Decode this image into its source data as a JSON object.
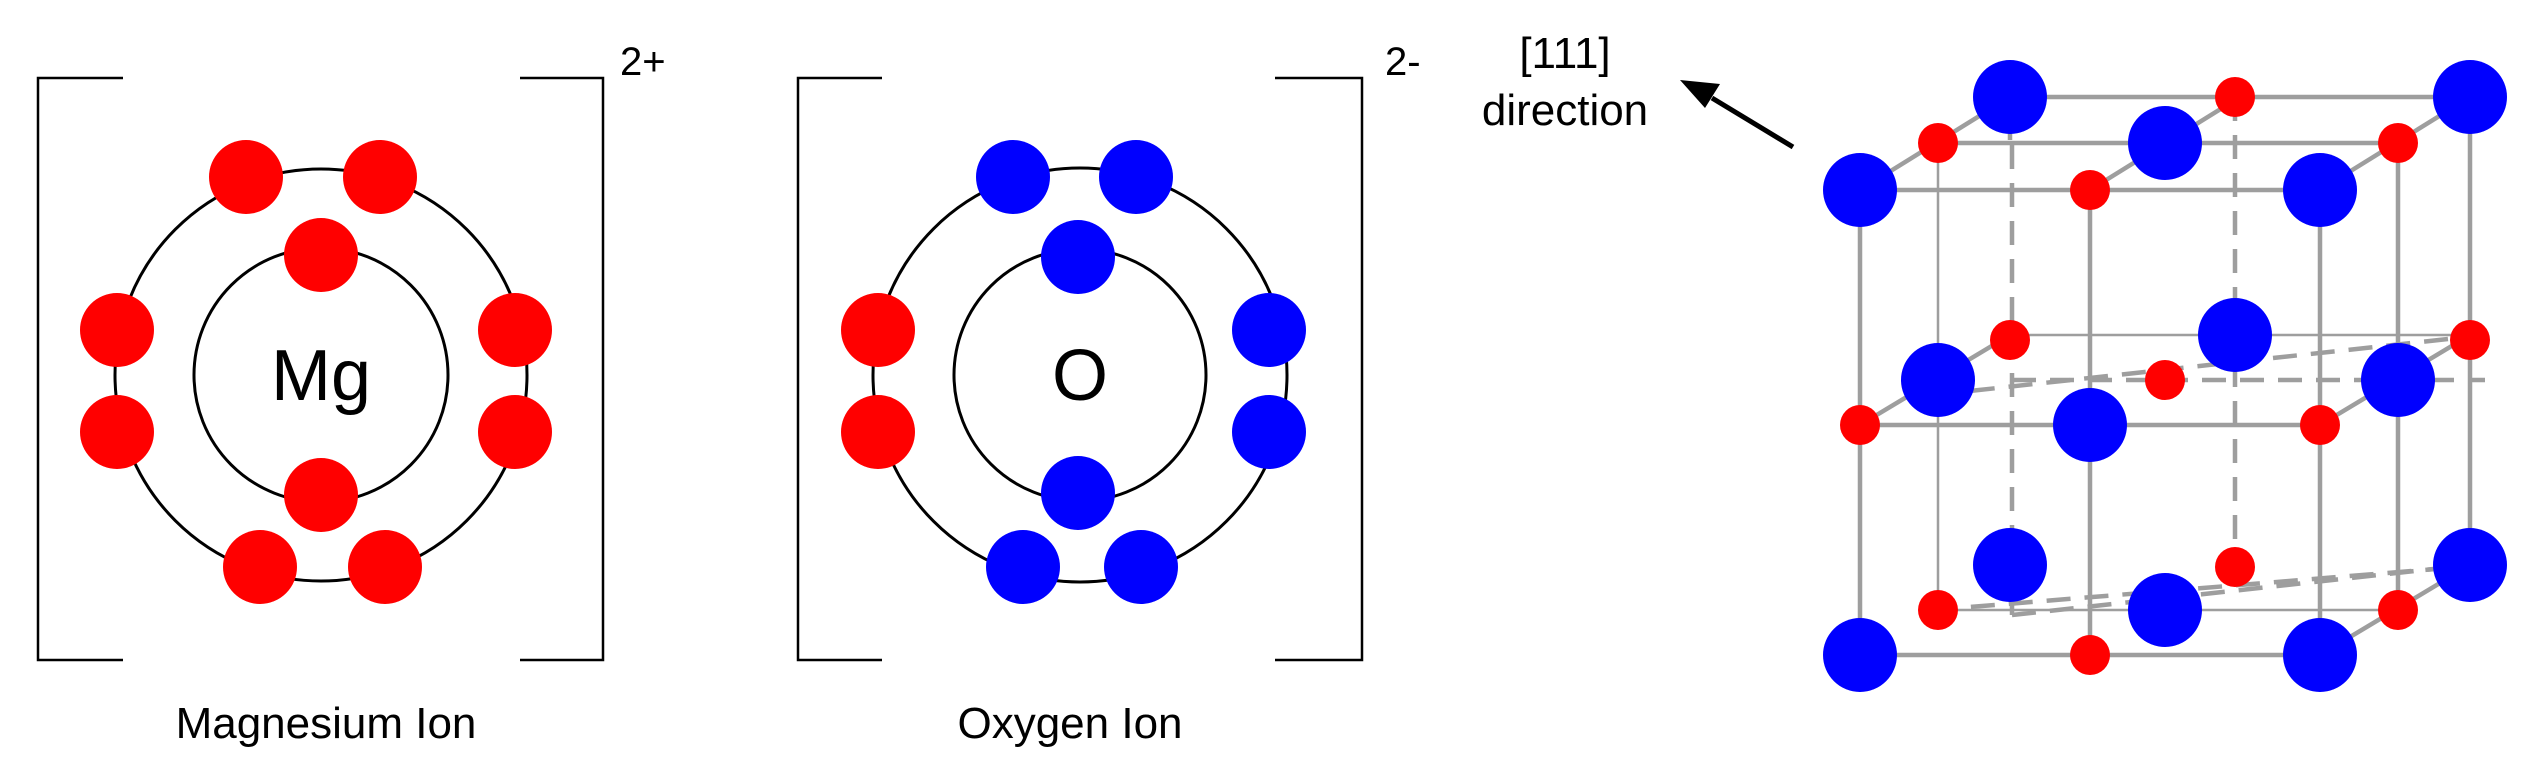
{
  "colors": {
    "magnesium_electron": "#ff0000",
    "oxygen_electron": "#0000ff",
    "oxygen_atom": "#0000ff",
    "magnesium_atom": "#ff0000",
    "lattice_line": "#9e9e9e"
  },
  "magnesium_ion": {
    "symbol": "Mg",
    "charge": "2+",
    "caption": "Magnesium Ion"
  },
  "oxygen_ion": {
    "symbol": "O",
    "charge": "2-",
    "caption": "Oxygen Ion"
  },
  "lattice": {
    "direction_label_line1": "[111]",
    "direction_label_line2": "direction"
  }
}
